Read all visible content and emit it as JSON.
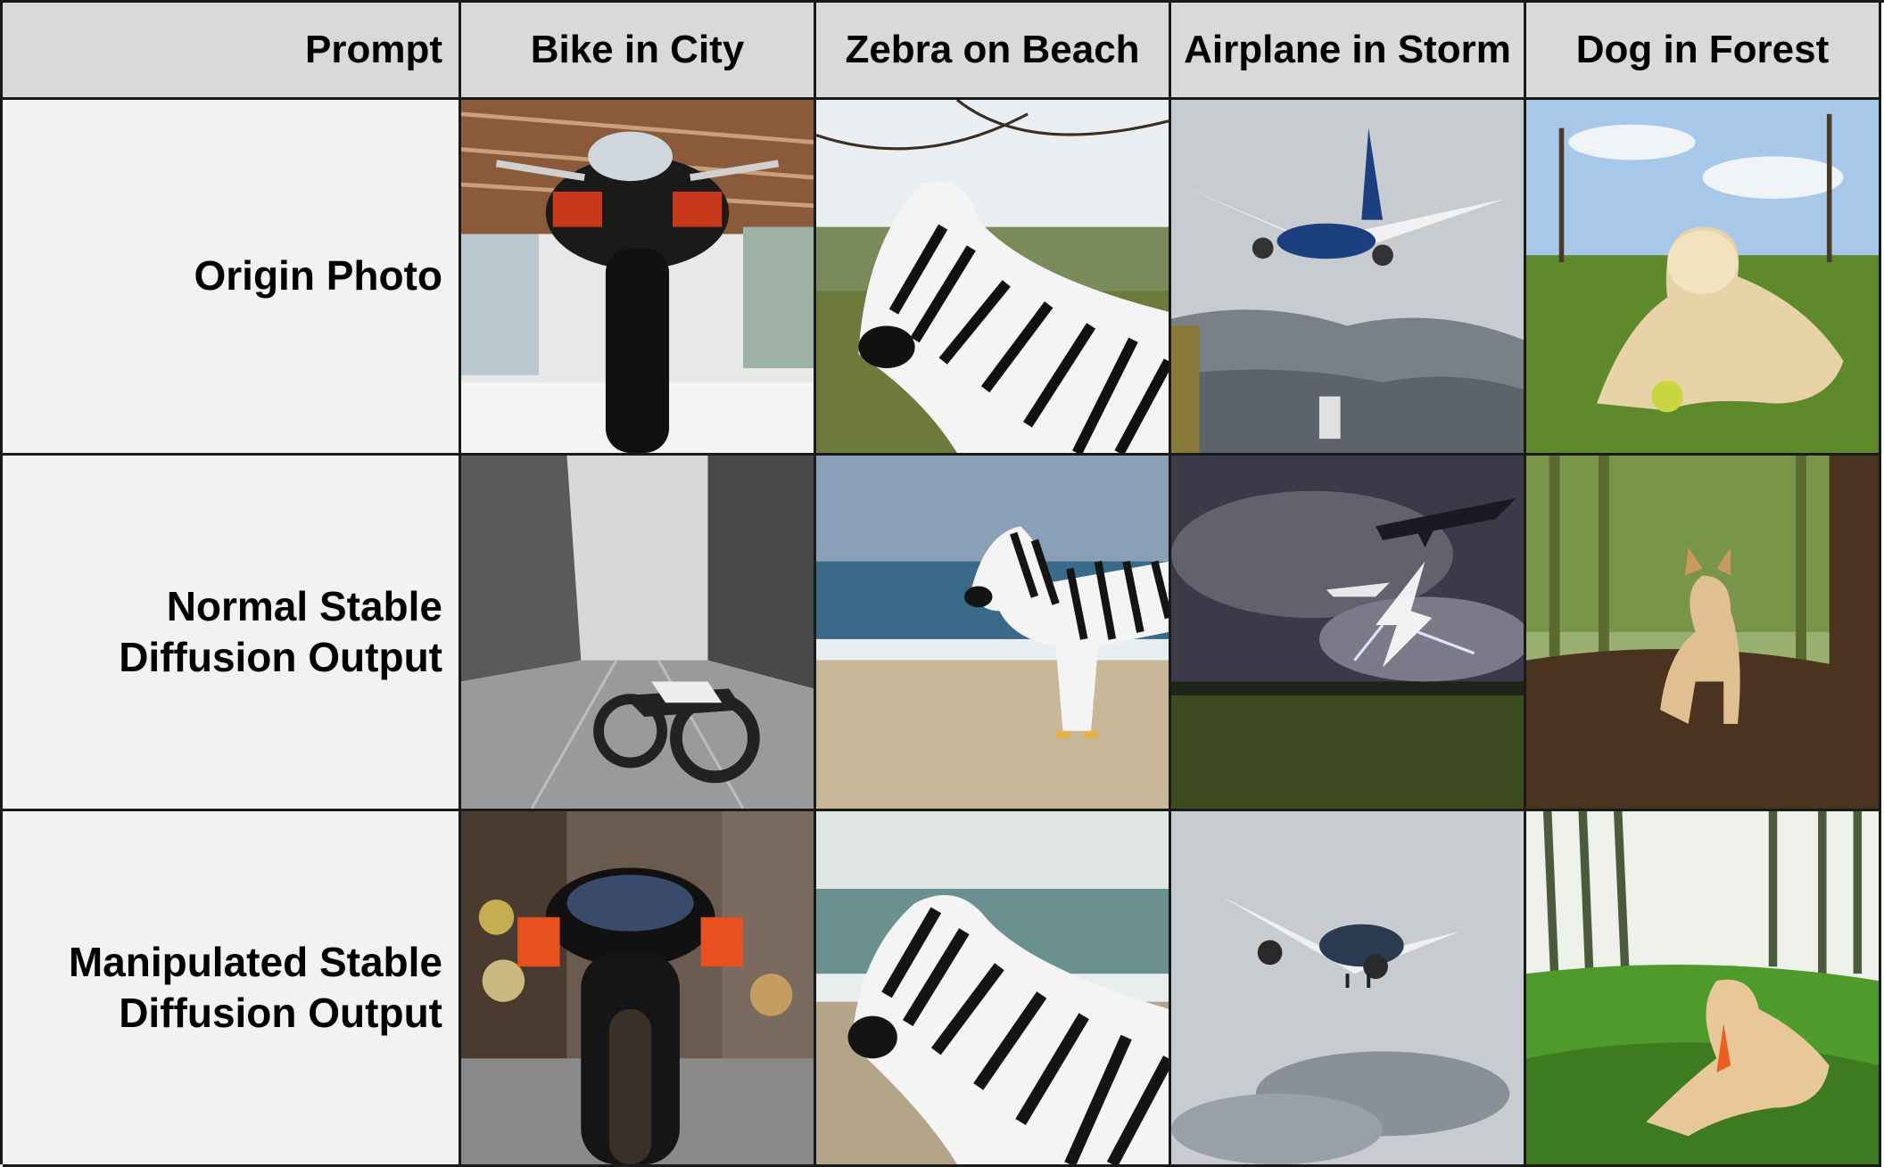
{
  "header": {
    "corner_label": "Prompt",
    "columns": [
      "Bike in City",
      "Zebra on Beach",
      "Airplane in Storm",
      "Dog in Forest"
    ]
  },
  "rows": [
    {
      "label": "Origin Photo"
    },
    {
      "label": "Normal Stable\nDiffusion Output"
    },
    {
      "label": "Manipulated Stable\nDiffusion Output"
    }
  ],
  "images": {
    "r0c0": {
      "subject": "motorcycle-front-exhibition",
      "colors": [
        "#8a5a3a",
        "#1a1a1a",
        "#e8e8e8",
        "#c8391c"
      ]
    },
    "r0c1": {
      "subject": "zebra-on-grass",
      "colors": [
        "#e9eef2",
        "#6d7a3c",
        "#111111",
        "#f4f4f4"
      ]
    },
    "r0c2": {
      "subject": "airplane-over-mountains",
      "colors": [
        "#c8ccd0",
        "#7a8088",
        "#1c3f80",
        "#f2f2f2"
      ]
    },
    "r0c3": {
      "subject": "golden-retriever-in-park",
      "colors": [
        "#a8c8ea",
        "#5f8a2c",
        "#e8d2a8",
        "#c8d640"
      ]
    },
    "r1c0": {
      "subject": "motorcycle-city-street-bw",
      "colors": [
        "#d8d8d8",
        "#5a5a5a",
        "#222222",
        "#9a9a9a"
      ]
    },
    "r1c1": {
      "subject": "zebra-on-beach",
      "colors": [
        "#8aa0b6",
        "#3a6a8a",
        "#c9b79a",
        "#141414"
      ]
    },
    "r1c2": {
      "subject": "airplanes-in-lightning-storm",
      "colors": [
        "#3a3a48",
        "#c8c8e0",
        "#3e4a20",
        "#ffffff"
      ]
    },
    "r1c3": {
      "subject": "dog-in-forest",
      "colors": [
        "#6a8a3a",
        "#4a3420",
        "#e0c090",
        "#9ab070"
      ]
    },
    "r2c0": {
      "subject": "motorcycle-rear-blurred-city",
      "colors": [
        "#6a5a50",
        "#111111",
        "#e85020",
        "#f8e060"
      ]
    },
    "r2c1": {
      "subject": "zebra-on-beach-closeup",
      "colors": [
        "#e0e4e4",
        "#6a9090",
        "#b4a488",
        "#141414"
      ]
    },
    "r2c2": {
      "subject": "airplane-in-clouds",
      "colors": [
        "#c8ccd0",
        "#8a9098",
        "#2a3a50",
        "#f0f0f0"
      ]
    },
    "r2c3": {
      "subject": "dog-in-misty-forest",
      "colors": [
        "#eef0ea",
        "#4a5a3a",
        "#4e9a2a",
        "#e8c898"
      ]
    }
  }
}
